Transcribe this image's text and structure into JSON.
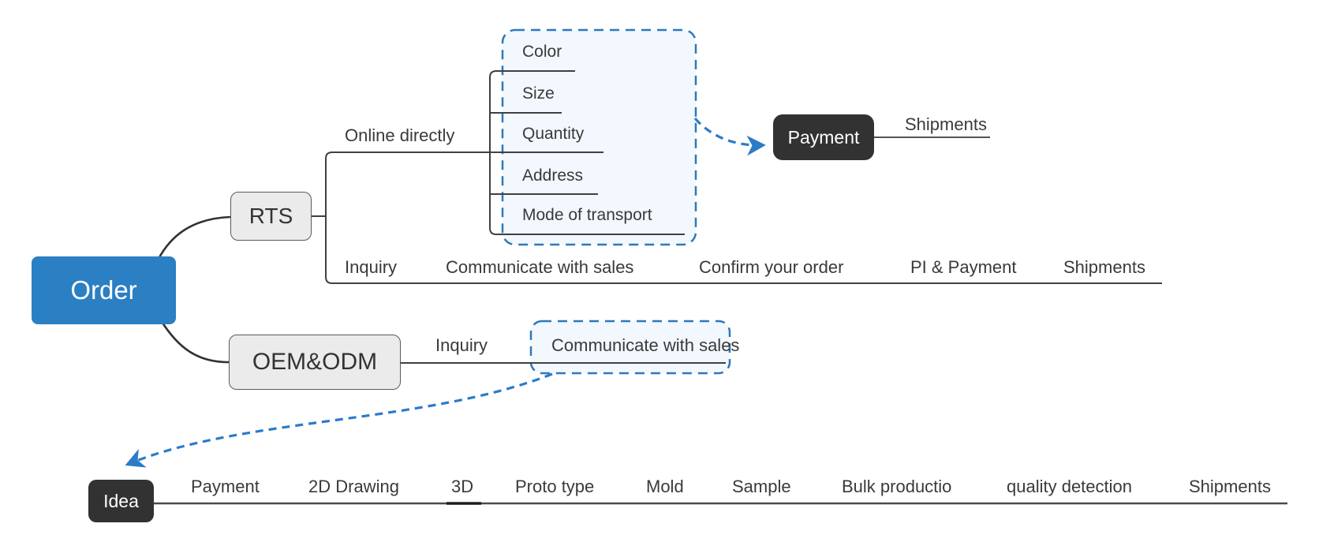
{
  "diagram": {
    "root": "Order",
    "rts": {
      "label": "RTS",
      "online": {
        "label": "Online directly",
        "options": [
          "Color",
          "Size",
          "Quantity",
          "Address",
          "Mode of transport"
        ]
      },
      "payment": "Payment",
      "shipments": "Shipments",
      "steps": [
        "Inquiry",
        "Communicate with sales",
        "Confirm your order",
        "PI & Payment",
        "Shipments"
      ]
    },
    "oem": {
      "label": "OEM&ODM",
      "inquiry": "Inquiry",
      "highlight": "Communicate with sales",
      "idea": "Idea",
      "steps": [
        "Payment",
        "2D Drawing",
        "3D",
        "Proto type",
        "Mold",
        "Sample",
        "Bulk productio",
        "quality detection",
        "Shipments"
      ]
    },
    "colors": {
      "root_blue": "#2b7fc3",
      "node_gray_fill": "#ebebeb",
      "node_gray_border": "#5a5a5a",
      "dark_node": "#323232",
      "dashed_blue": "#2e78bd",
      "panel_fill": "#f2f8fd",
      "connector": "#404040",
      "text": "#3a3a3a"
    }
  }
}
